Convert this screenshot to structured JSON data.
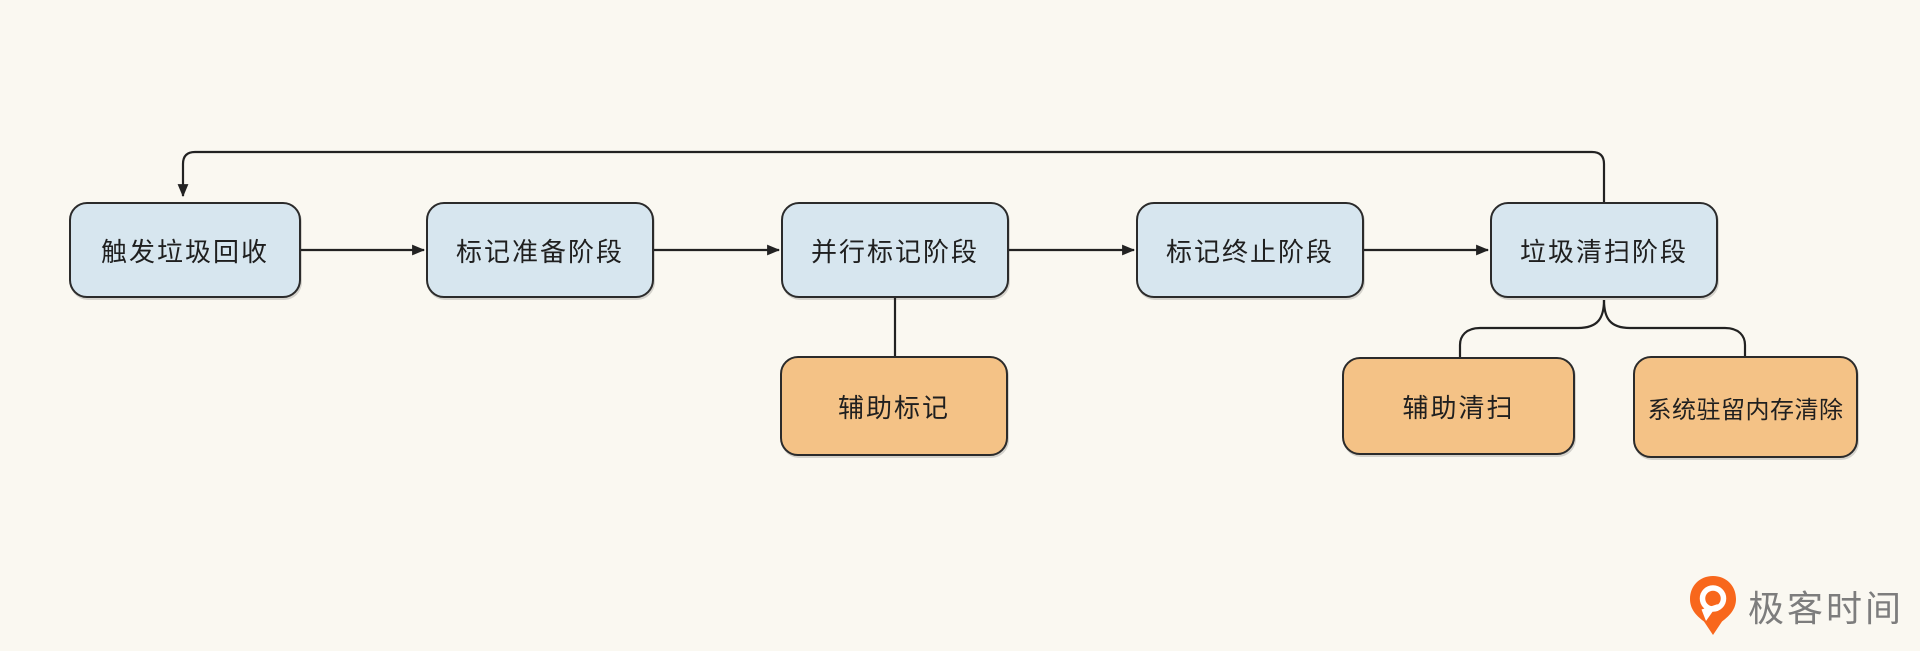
{
  "diagram": {
    "nodes": [
      {
        "id": "trigger-gc",
        "label": "触发垃圾回收",
        "type": "phase"
      },
      {
        "id": "mark-prepare",
        "label": "标记准备阶段",
        "type": "phase"
      },
      {
        "id": "parallel-mark",
        "label": "并行标记阶段",
        "type": "phase"
      },
      {
        "id": "mark-termination",
        "label": "标记终止阶段",
        "type": "phase"
      },
      {
        "id": "garbage-sweep",
        "label": "垃圾清扫阶段",
        "type": "phase"
      },
      {
        "id": "assist-mark",
        "label": "辅助标记",
        "type": "assist"
      },
      {
        "id": "assist-sweep",
        "label": "辅助清扫",
        "type": "assist"
      },
      {
        "id": "system-memory-release",
        "label": "系统驻留内存清除",
        "type": "assist"
      }
    ],
    "edges": [
      {
        "from": "触发垃圾回收",
        "to": "标记准备阶段",
        "style": "arrow"
      },
      {
        "from": "标记准备阶段",
        "to": "并行标记阶段",
        "style": "arrow"
      },
      {
        "from": "并行标记阶段",
        "to": "标记终止阶段",
        "style": "arrow"
      },
      {
        "from": "标记终止阶段",
        "to": "垃圾清扫阶段",
        "style": "arrow"
      },
      {
        "from": "垃圾清扫阶段",
        "to": "触发垃圾回收",
        "style": "arrow-loopback"
      },
      {
        "from": "并行标记阶段",
        "to": "辅助标记",
        "style": "plain-line"
      },
      {
        "from": "垃圾清扫阶段",
        "to": "辅助清扫",
        "style": "curved-line"
      },
      {
        "from": "垃圾清扫阶段",
        "to": "系统驻留内存清除",
        "style": "curved-line"
      }
    ],
    "colors": {
      "bg": "#faf8f1",
      "phase_fill": "#d7e6ef",
      "assist_fill": "#f4c286",
      "stroke": "#2b2b2b",
      "ink": "#1f1f1f",
      "brand_orange": "#f8671c",
      "brand_text": "#7d7d7d"
    }
  },
  "watermark": {
    "brand": "极客时间"
  }
}
